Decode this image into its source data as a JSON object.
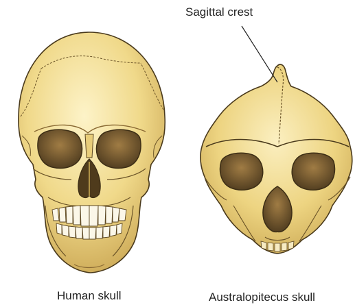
{
  "labels": {
    "sagittal_crest": "Sagittal crest",
    "human_skull": "Human skull",
    "australopitecus_skull": "Australopitecus skull"
  },
  "colors": {
    "bone": "#f0d98a",
    "bone_highlight": "#fbefc0",
    "bone_shadow": "#c9a850",
    "outline": "#4a3a1c",
    "cavity": "#5a4526",
    "cavity_light": "#8a6a3c",
    "teeth": "#fbf7e8",
    "background": "#ffffff"
  }
}
